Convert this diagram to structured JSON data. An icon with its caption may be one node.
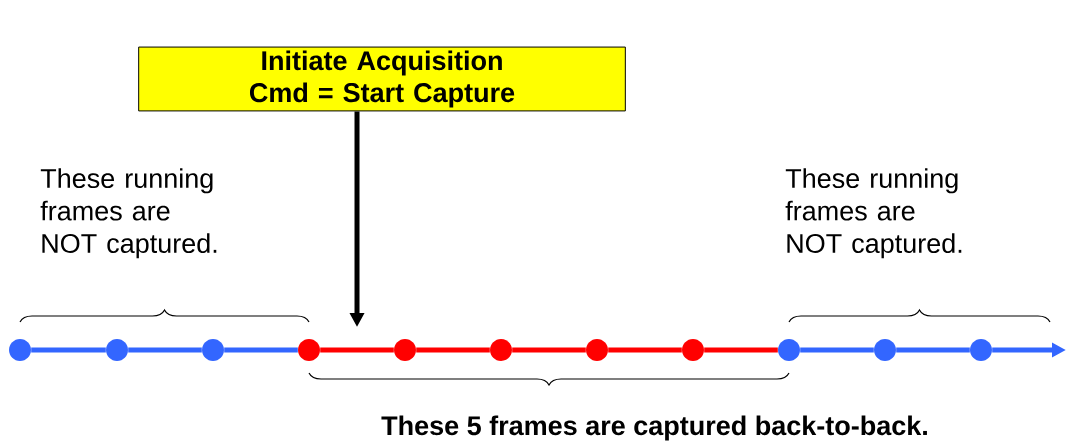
{
  "diagram": {
    "nodes": [
      {
        "text": [
          "Initiate Acquisition Cmd = Start Capture"
        ]
      },
      {
        "text": [],
        "shape": "circle"
      },
      {
        "text": [],
        "shape": "circle"
      },
      {
        "text": [],
        "shape": "circle"
      },
      {
        "text": [],
        "shape": "circle"
      },
      {
        "text": [],
        "shape": "circle"
      },
      {
        "text": [],
        "shape": "circle"
      },
      {
        "text": [],
        "shape": "circle"
      },
      {
        "text": [],
        "shape": "circle"
      },
      {
        "text": [],
        "shape": "circle"
      },
      {
        "text": [],
        "shape": "circle"
      },
      {
        "text": [],
        "shape": "circle"
      }
    ],
    "edges": [
      {
        "from": 0,
        "to": null,
        "arrow": "to",
        "color": "#000000"
      },
      {
        "from": 1,
        "to": 2,
        "arrow": "none",
        "color": "#3366ff"
      },
      {
        "from": 2,
        "to": 3,
        "arrow": "none",
        "color": "#3366ff"
      },
      {
        "from": 3,
        "to": 4,
        "arrow": "none",
        "color": "#3366ff"
      },
      {
        "from": 4,
        "to": 5,
        "arrow": "none",
        "color": "#ff0000"
      },
      {
        "from": 5,
        "to": 6,
        "arrow": "none",
        "color": "#ff0000"
      },
      {
        "from": 6,
        "to": 7,
        "arrow": "none",
        "color": "#ff0000"
      },
      {
        "from": 7,
        "to": 8,
        "arrow": "none",
        "color": "#ff0000"
      },
      {
        "from": 8,
        "to": 9,
        "arrow": "none",
        "color": "#ff0000"
      },
      {
        "from": 9,
        "to": 10,
        "arrow": "none",
        "color": "#3366ff"
      },
      {
        "from": 10,
        "to": 11,
        "arrow": "none",
        "color": "#3366ff"
      },
      {
        "from": 11,
        "to": null,
        "arrow": "to",
        "color": "#3366ff"
      }
    ],
    "labels": [
      "These running frames are NOT captured.",
      "These running frames are NOT captured.",
      "These 5 frames are captured back-to-back."
    ]
  }
}
